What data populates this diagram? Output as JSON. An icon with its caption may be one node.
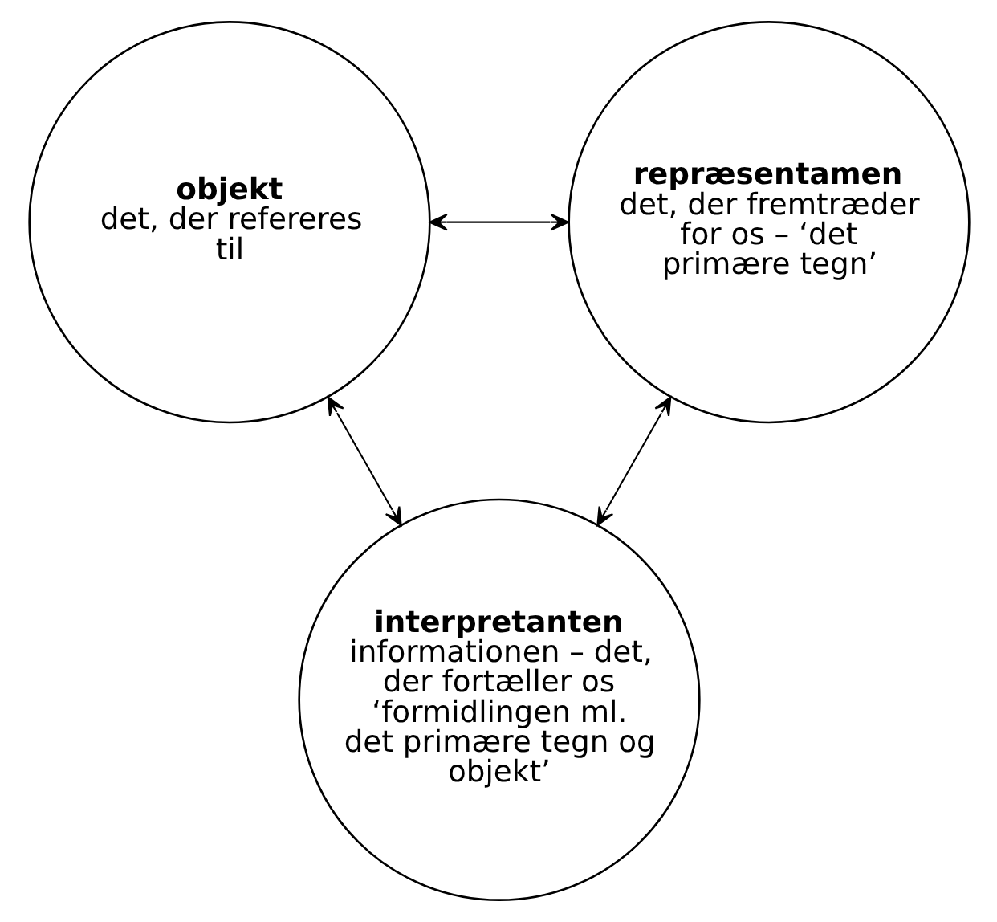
{
  "diagram": {
    "nodes": [
      {
        "text": [
          "objekt",
          "det, der refereres til"
        ]
      },
      {
        "text": [
          "repræsentamen",
          "det, der fremtræder for os – ‘det primære tegn’"
        ]
      },
      {
        "text": [
          "interpretanten",
          "informationen – det, der fortæller os ‘formidlingen ml. det primære tegn og objekt’"
        ]
      }
    ],
    "edges": [
      {
        "from": 0,
        "to": 1,
        "arrow": "both"
      },
      {
        "from": 0,
        "to": 2,
        "arrow": "both"
      },
      {
        "from": 1,
        "to": 2,
        "arrow": "both"
      }
    ]
  }
}
